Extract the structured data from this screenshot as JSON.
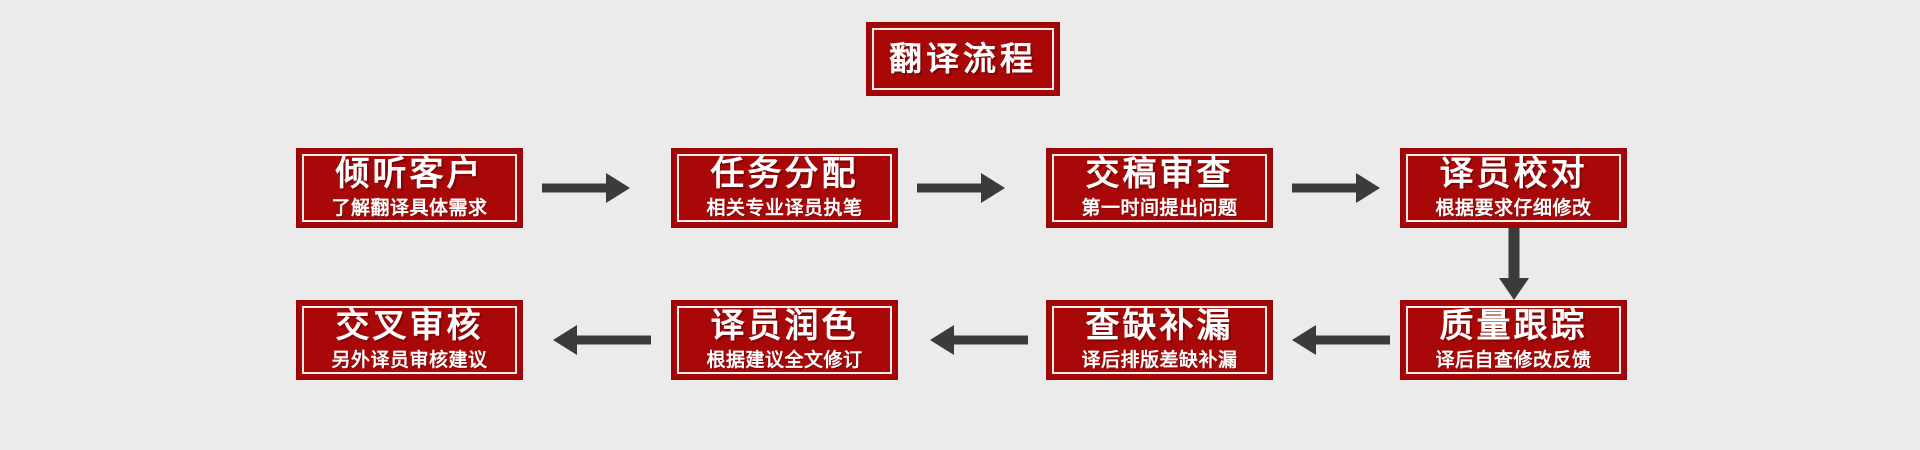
{
  "diagram": {
    "title": "翻译流程",
    "background_color": "#ebebeb",
    "box_fill_color": "#a80808",
    "box_border_color": "#9c0606",
    "box_inner_line_color": "#f3eeee",
    "text_color": "#ffffff",
    "arrow_color": "#3b3b3b"
  },
  "nodes": [
    {
      "id": "step-1",
      "main": "倾听客户",
      "sub": "了解翻译具体需求"
    },
    {
      "id": "step-2",
      "main": "任务分配",
      "sub": "相关专业译员执笔"
    },
    {
      "id": "step-3",
      "main": "交稿审查",
      "sub": "第一时间提出问题"
    },
    {
      "id": "step-4",
      "main": "译员校对",
      "sub": "根据要求仔细修改"
    },
    {
      "id": "step-5",
      "main": "质量跟踪",
      "sub": "译后自查修改反馈"
    },
    {
      "id": "step-6",
      "main": "查缺补漏",
      "sub": "译后排版差缺补漏"
    },
    {
      "id": "step-7",
      "main": "译员润色",
      "sub": "根据建议全文修订"
    },
    {
      "id": "step-8",
      "main": "交叉审核",
      "sub": "另外译员审核建议"
    }
  ],
  "connectors": [
    {
      "id": "arrow-1",
      "from": "step-1",
      "to": "step-2",
      "direction": "right"
    },
    {
      "id": "arrow-2",
      "from": "step-2",
      "to": "step-3",
      "direction": "right"
    },
    {
      "id": "arrow-3",
      "from": "step-3",
      "to": "step-4",
      "direction": "right"
    },
    {
      "id": "arrow-4",
      "from": "step-4",
      "to": "step-5",
      "direction": "down"
    },
    {
      "id": "arrow-5",
      "from": "step-5",
      "to": "step-6",
      "direction": "left"
    },
    {
      "id": "arrow-6",
      "from": "step-6",
      "to": "step-7",
      "direction": "left"
    },
    {
      "id": "arrow-7",
      "from": "step-7",
      "to": "step-8",
      "direction": "left"
    }
  ]
}
